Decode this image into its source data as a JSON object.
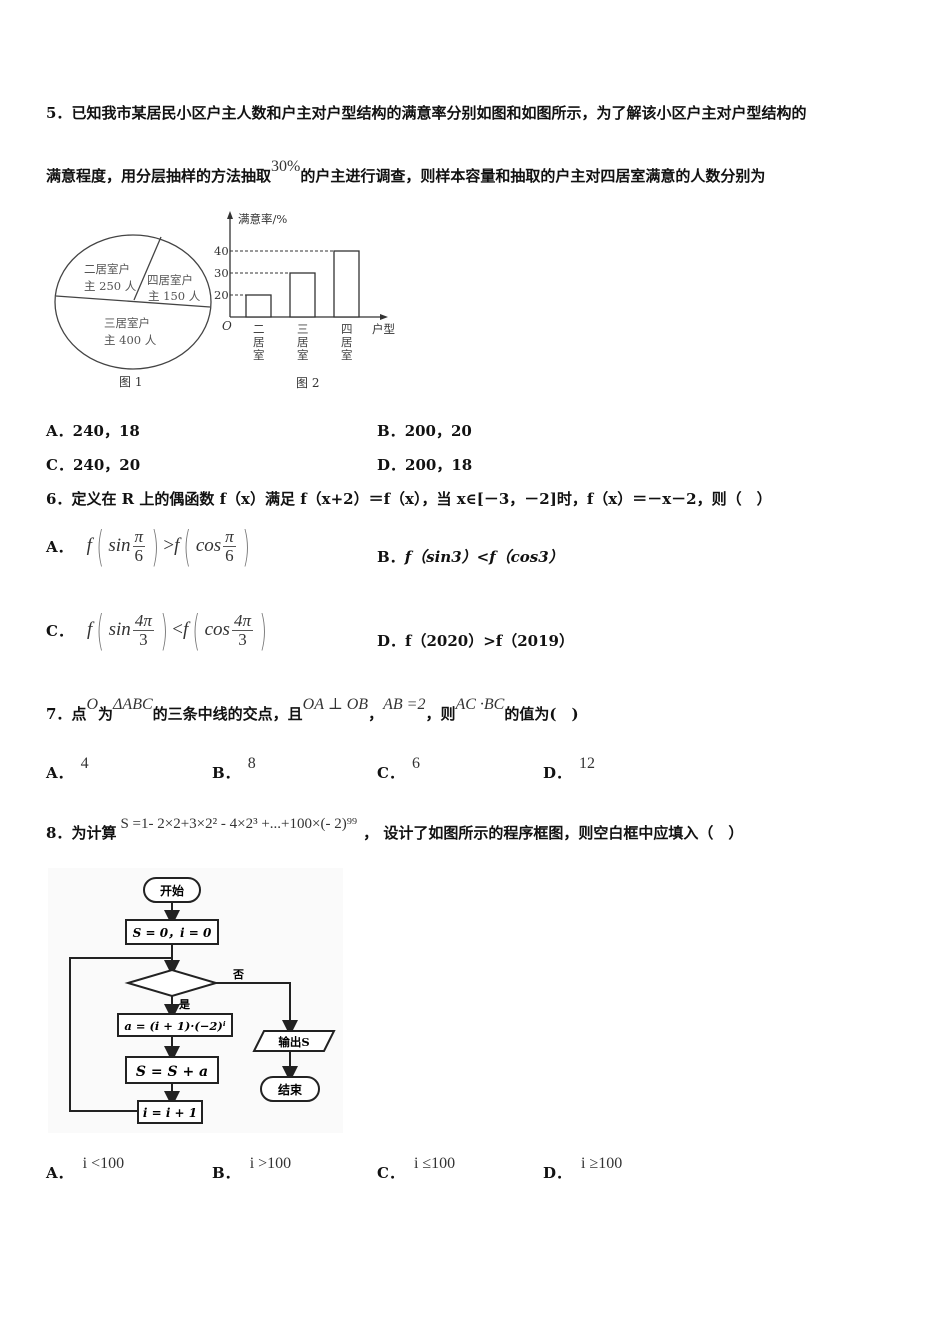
{
  "q5": {
    "number": "5．",
    "line1": "已知我市某居民小区户主人数和户主对户型结构的满意率分别如图和如图所示，为了解该小区户主对户型结构的",
    "line2_pre": "满意程度，用分层抽样的方法抽取",
    "percent": "30%",
    "line2_post": "的户主进行调查，则样本容量和抽取的户主对四居室满意的人数分别为",
    "fig1_caption": "图 1",
    "fig2_caption": "图 2",
    "options": [
      {
        "label": "A．",
        "text": "240，18"
      },
      {
        "label": "B．",
        "text": "200，20"
      },
      {
        "label": "C．",
        "text": "240，20"
      },
      {
        "label": "D．",
        "text": "200，18"
      }
    ]
  },
  "chart_data": [
    {
      "type": "pie",
      "title": "图 1",
      "categories": [
        "二居室户主",
        "四居室户主",
        "三居室户主"
      ],
      "values": [
        250,
        150,
        400
      ],
      "labels": [
        {
          "line1": "二居室户",
          "line2": "主 250 人"
        },
        {
          "line1": "四居室户",
          "line2": "主 150 人"
        },
        {
          "line1": "三居室户",
          "line2": "主 400 人"
        }
      ],
      "unit": "人"
    },
    {
      "type": "bar",
      "title": "图 2",
      "categories": [
        "二居室",
        "三居室",
        "四居室"
      ],
      "values": [
        20,
        30,
        40
      ],
      "xlabel": "户型",
      "ylabel": "满意率/%",
      "origin_label": "O",
      "yticks": [
        20,
        30,
        40
      ],
      "ylim": [
        0,
        50
      ],
      "grid": false,
      "guide_lines": "dashed"
    }
  ],
  "q6": {
    "number": "6．",
    "stem": "定义在 R 上的偶函数 f（x）满足 f（x+2）＝f（x），当 x∈[－3，－2]时，f（x）＝－x－2，则（　）",
    "options": [
      {
        "label": "A．",
        "f": "f",
        "fn1": "sin",
        "num1": "π",
        "den1": "6",
        "op": ">",
        "fn2": "cos",
        "num2": "π",
        "den2": "6"
      },
      {
        "label": "B．",
        "text": "f（sin3）<f（cos3）"
      },
      {
        "label": "C．",
        "f": "f",
        "fn1": "sin",
        "num1": "4π",
        "den1": "3",
        "op": "<",
        "fn2": "cos",
        "num2": "4π",
        "den2": "3"
      },
      {
        "label": "D．",
        "text": "f（2020）>f（2019）"
      }
    ]
  },
  "q7": {
    "number": "7．",
    "p1": "点",
    "m1": "O",
    "p2": "为",
    "m2": "ΔABC",
    "p3": "的三条中线的交点，且",
    "m3": "OA ⊥ OB",
    "p4": "，",
    "m4": "AB =2",
    "p5": "，则",
    "m5": "AC ·BC",
    "p6": "的值为(　)",
    "options": [
      {
        "label": "A．",
        "value": "4"
      },
      {
        "label": "B．",
        "value": "8"
      },
      {
        "label": "C．",
        "value": "6"
      },
      {
        "label": "D．",
        "value": "12"
      }
    ]
  },
  "q8": {
    "number": "8．",
    "pre": "为计算",
    "formula": "S =1- 2×2+3×2² - 4×2³ +...+100×(- 2)⁹⁹",
    "post": "， 设计了如图所示的程序框图，则空白框中应填入（　）",
    "flowchart": {
      "start": "开始",
      "init": "S = 0，i = 0",
      "decision": "",
      "yes": "是",
      "no": "否",
      "step1": "a = (i + 1)·(−2)ⁱ",
      "step2": "S = S + a",
      "step3": "i = i + 1",
      "output": "输出S",
      "end": "结束"
    },
    "options": [
      {
        "label": "A．",
        "value": "i <100"
      },
      {
        "label": "B．",
        "value": "i >100"
      },
      {
        "label": "C．",
        "value": "i ≤100"
      },
      {
        "label": "D．",
        "value": "i ≥100"
      }
    ]
  }
}
